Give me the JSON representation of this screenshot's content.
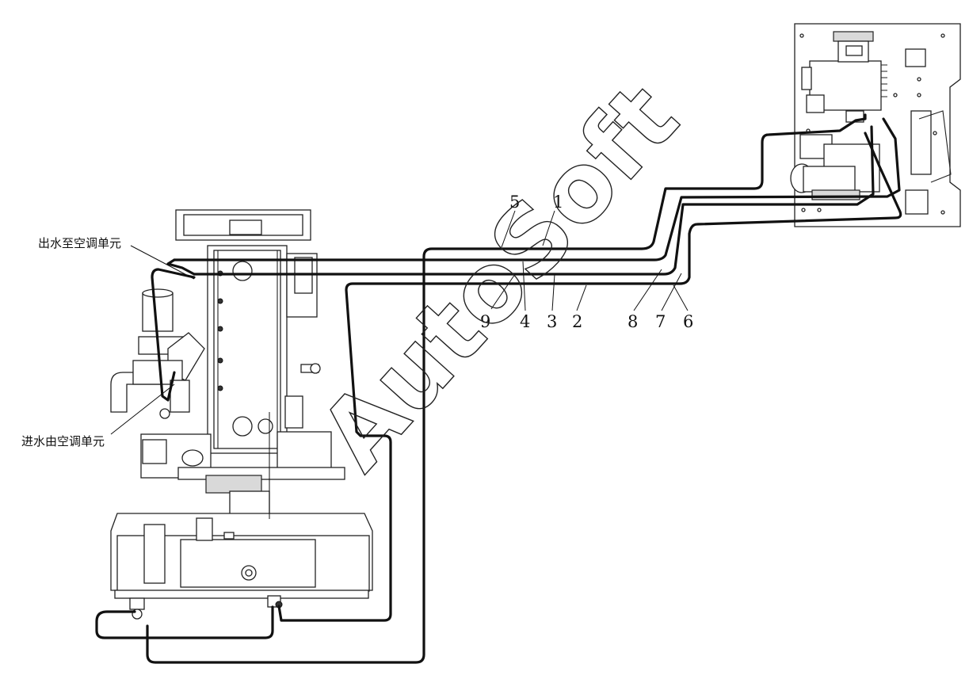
{
  "labels": {
    "outlet": "出水至空调单元",
    "inlet": "进水由空调单元"
  },
  "callouts": [
    "5",
    "1",
    "9",
    "4",
    "3",
    "2",
    "8",
    "7",
    "6"
  ],
  "watermark": "AutoSoft",
  "components": {
    "engine": "diesel-engine",
    "radiator": "radiator-tank",
    "ac_unit": "air-conditioning-unit"
  },
  "colors": {
    "line": "#111111",
    "fill": "#ffffff",
    "shade": "#d9d9d9"
  }
}
